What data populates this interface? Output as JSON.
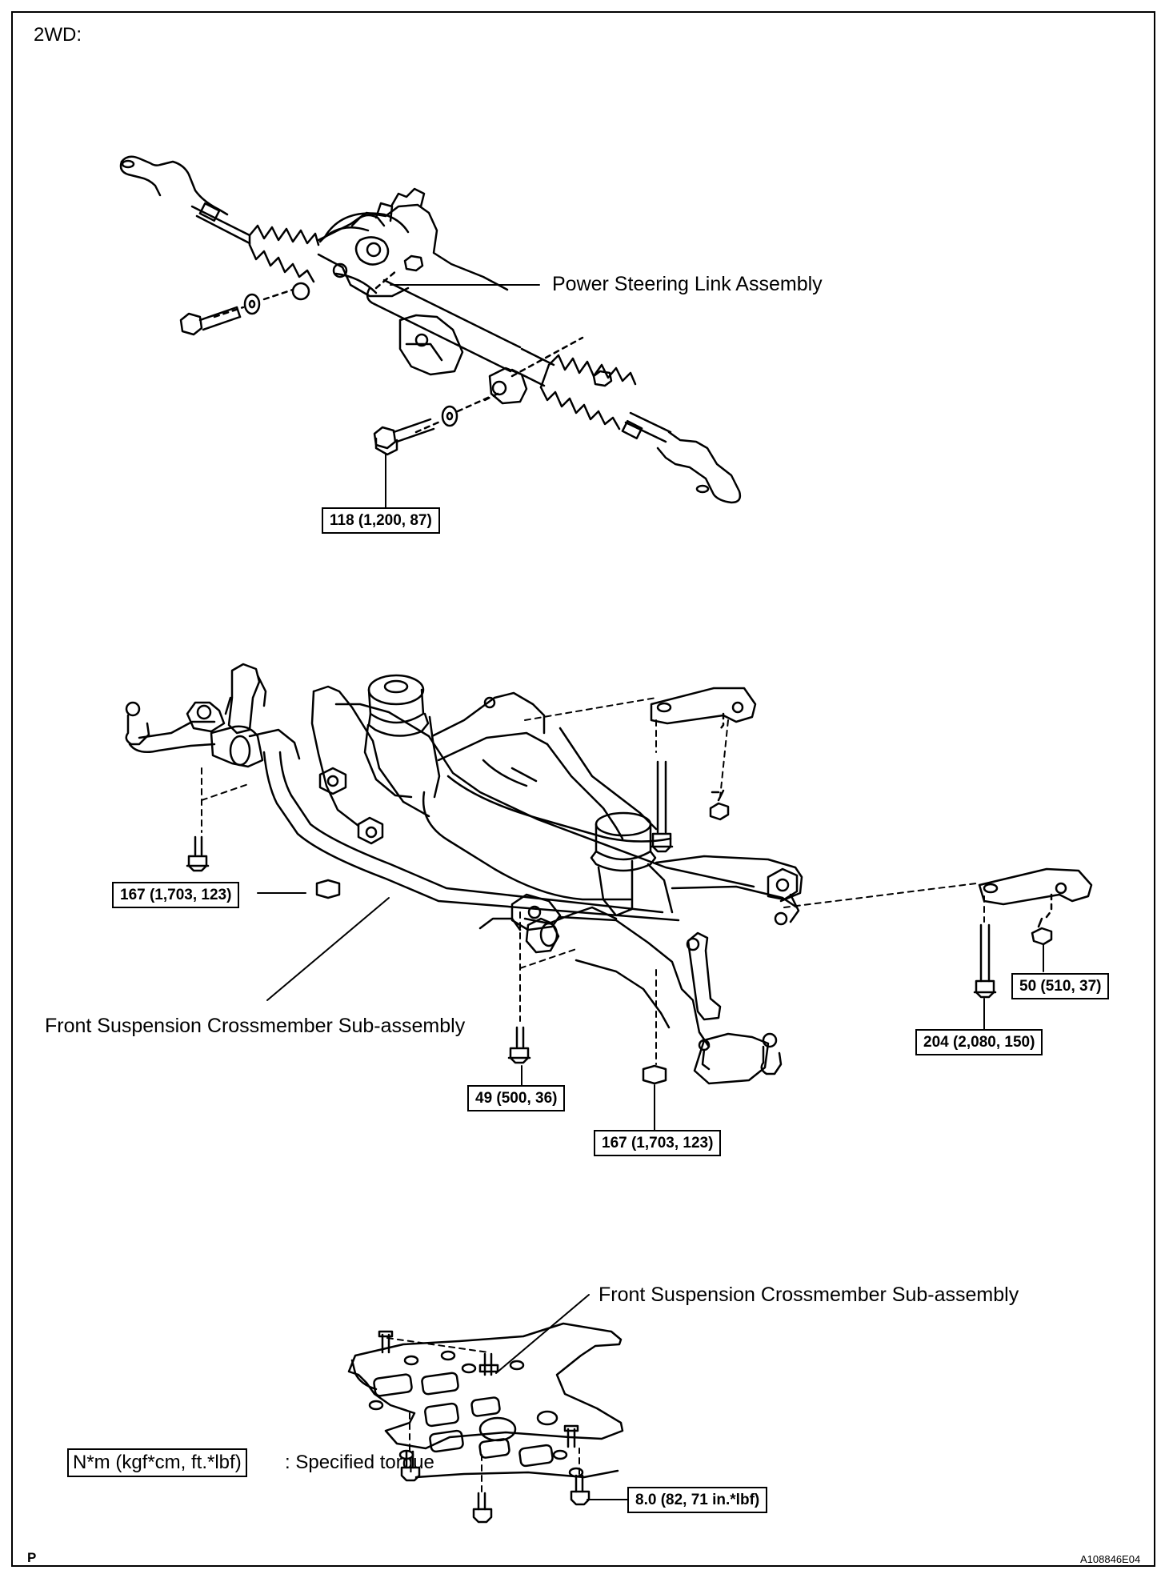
{
  "header": {
    "variant": "2WD:"
  },
  "components": {
    "steering": "Power Steering Link Assembly",
    "crossmember": "Front Suspension Crossmember Sub-assembly",
    "under_cover": "Front Suspension Crossmember Sub-assembly"
  },
  "torques": {
    "steering_bolt": "118 (1,200, 87)",
    "stabilizer_left": "167 (1,703, 123)",
    "lower_arm_bolt": "49 (500, 36)",
    "stabilizer_right": "167 (1,703, 123)",
    "bracket_bolt": "50 (510, 37)",
    "crossmember_bolt": "204 (2,080, 150)",
    "cover_bolt": "8.0 (82, 71 in.*lbf)"
  },
  "legend": {
    "unit": "N*m (kgf*cm, ft.*lbf)",
    "description": ": Specified torque"
  },
  "footer": {
    "corner": "P",
    "code": "A108846E04"
  }
}
